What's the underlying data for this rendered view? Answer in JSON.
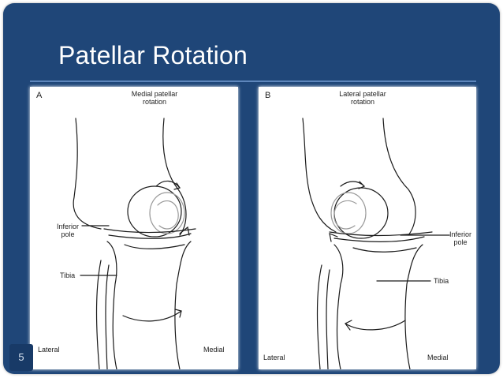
{
  "slide": {
    "title": "Patellar Rotation",
    "number": "5"
  },
  "panel_a": {
    "letter": "A",
    "heading_line1": "Medial patellar",
    "heading_line2": "rotation",
    "inferior_pole_line1": "Inferior",
    "inferior_pole_line2": "pole",
    "tibia": "Tibia",
    "lateral": "Lateral",
    "medial": "Medial"
  },
  "panel_b": {
    "letter": "B",
    "heading_line1": "Lateral patellar",
    "heading_line2": "rotation",
    "inferior_pole_line1": "Inferior",
    "inferior_pole_line2": "pole",
    "tibia": "Tibia",
    "lateral": "Lateral",
    "medial": "Medial"
  }
}
